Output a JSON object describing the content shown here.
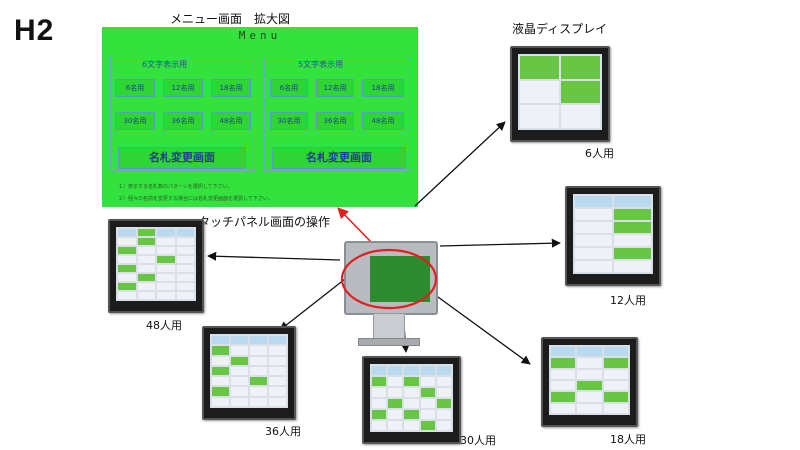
{
  "page_code": "H2",
  "menu_zoom": {
    "caption": "メニュー画面　拡大図",
    "title": "Menu",
    "left_group_title": "6文字表示用",
    "right_group_title": "5文字表示用",
    "left_buttons": [
      "6名用",
      "12名用",
      "18名用",
      "30名用",
      "36名用",
      "48名用"
    ],
    "right_buttons": [
      "6名用",
      "12名用",
      "18名用",
      "30名用",
      "36名用",
      "48名用"
    ],
    "left_big_button": "名札変更画面",
    "right_big_button": "名札変更画面",
    "note1": "１）表示する名札数のパターンを選択して下さい。",
    "note2": "２）個々の名前を変更する場合には名札変更画面を選択して下さい。"
  },
  "touch_panel_label": "タッチパネル画面の操作",
  "lcd_label": "液晶ディスプレイ",
  "displays": {
    "d6": "6人用",
    "d12": "12人用",
    "d18": "18人用",
    "d30": "30人用",
    "d36": "36人用",
    "d48": "48人用"
  },
  "colors": {
    "menu_green": "#33e23c",
    "highlight_red": "#e02020",
    "arrow": "#111111"
  }
}
